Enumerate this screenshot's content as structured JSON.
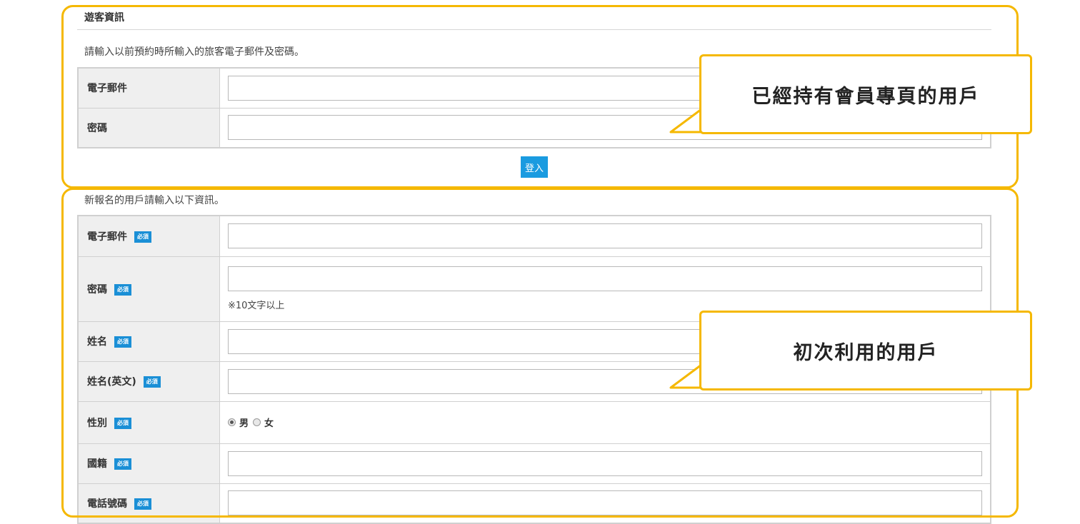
{
  "login_section": {
    "title": "遊客資訊",
    "note": "請輸入以前預約時所輸入的旅客電子郵件及密碼。",
    "fields": [
      {
        "label": "電子郵件",
        "value": ""
      },
      {
        "label": "密碼",
        "value": ""
      }
    ],
    "login_button": "登入"
  },
  "register_section": {
    "note": "新報名的用戶請輸入以下資訊。",
    "required_badge": "必須",
    "email_label": "電子郵件",
    "password_label": "密碼",
    "password_hint": "※10文字以上",
    "name_label": "姓名",
    "name_en_label": "姓名(英文)",
    "gender_label": "性別",
    "gender_options": [
      "男",
      "女"
    ],
    "gender_selected": "男",
    "nationality_label": "國籍",
    "phone_label": "電話號碼"
  },
  "callouts": {
    "member": "已經持有會員專頁的用戶",
    "new_user": "初次利用的用戶"
  },
  "colors": {
    "highlight_border": "#f5b800",
    "button_blue": "#1a9be0",
    "badge_blue": "#1a8fd6",
    "label_bg": "#efefef"
  }
}
